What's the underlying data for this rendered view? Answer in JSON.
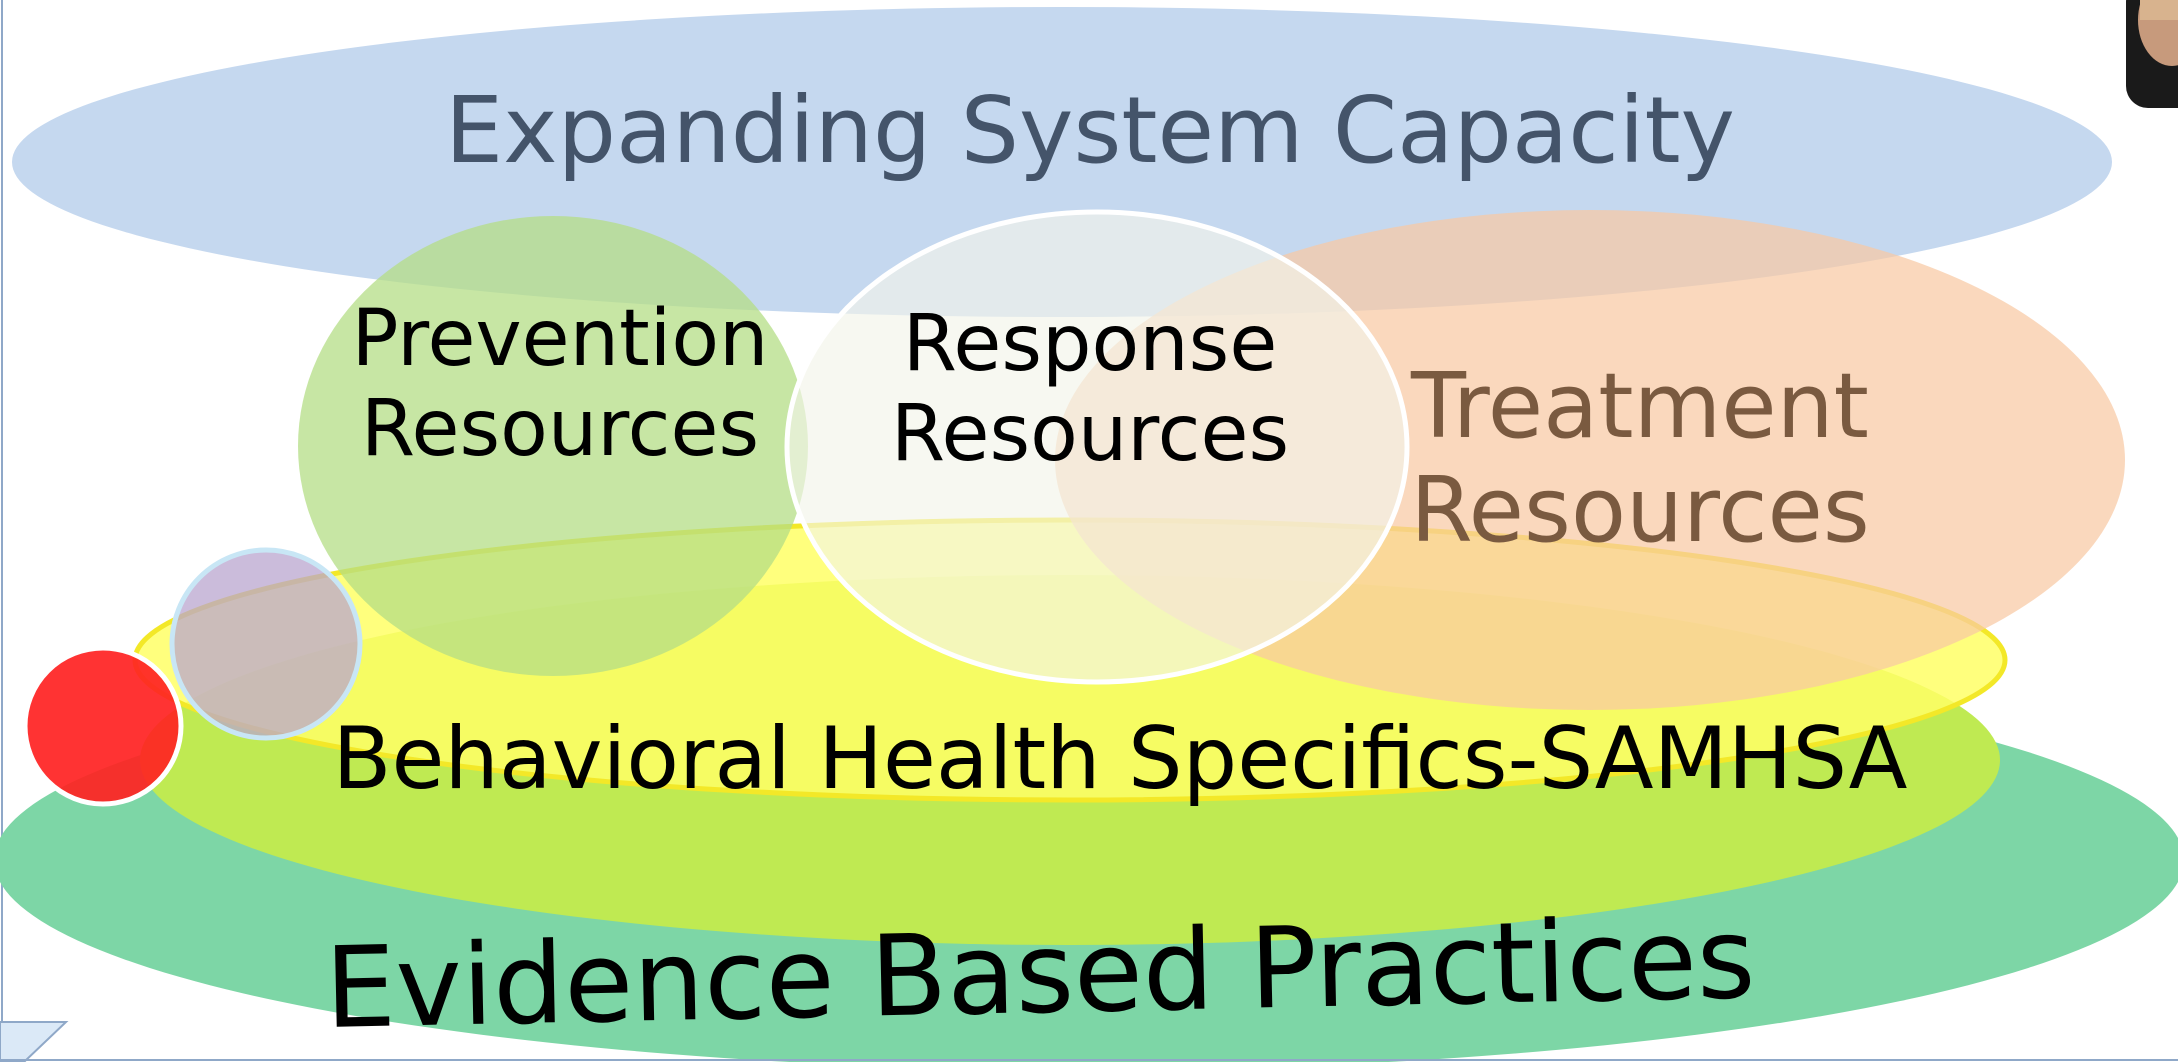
{
  "diagram": {
    "top_band": {
      "label": "Expanding System Capacity",
      "color": "#c5d8ef"
    },
    "circles": [
      {
        "lines": [
          "Prevention",
          "Resources"
        ],
        "color": "#c4e2a0"
      },
      {
        "lines": [
          "Response",
          "Resources"
        ],
        "color": "#eef1e6"
      },
      {
        "lines": [
          "Treatment",
          "Resources"
        ],
        "color": "#f8d8bf"
      }
    ],
    "middle_band": {
      "label": "Behavioral Health Specifics-SAMHSA",
      "color": "#f5f37a"
    },
    "bottom_band": {
      "label": "Evidence Based Practices",
      "color": "#7dd6a6"
    },
    "accent_colors": {
      "red_dot": "#ff2a2a",
      "purple_dot": "#c9b8d8",
      "lime": "#bfea52"
    }
  }
}
